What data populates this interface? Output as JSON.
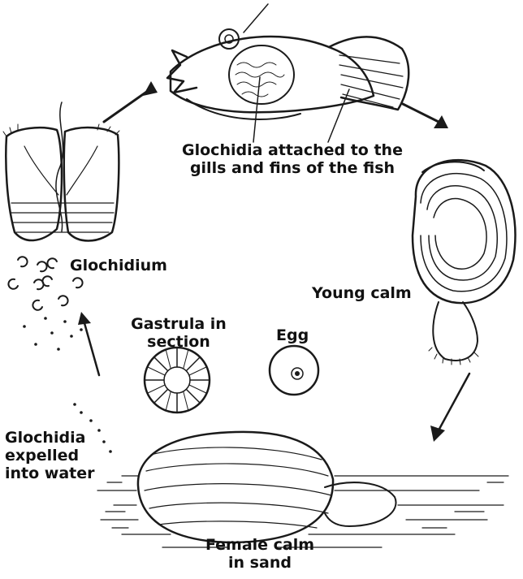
{
  "labels": {
    "glochidia_fish": [
      "Glochidia attached to the",
      "gills and fins of the fish"
    ],
    "young_calm": "Young calm",
    "glochidium": "Glochidium",
    "gastrula": [
      "Gastrula in",
      "section"
    ],
    "egg": "Egg",
    "expelled": [
      "Glochidia",
      "expelled",
      "into water"
    ],
    "female": [
      "Female calm",
      "in sand"
    ]
  }
}
